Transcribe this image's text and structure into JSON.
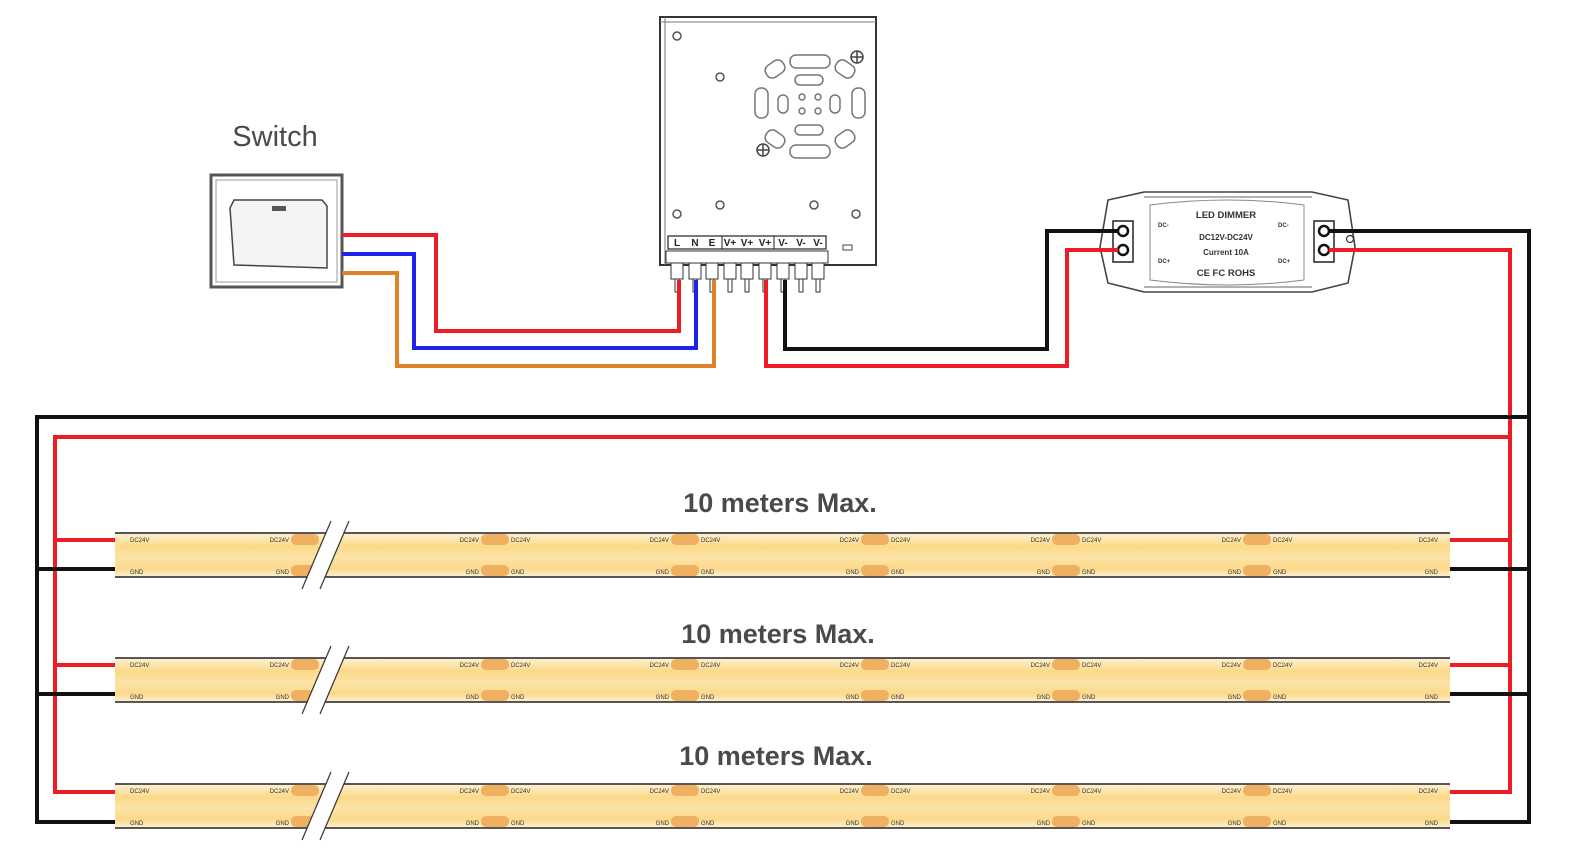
{
  "switch": {
    "label": "Switch"
  },
  "power_supply": {
    "terminals": [
      "L",
      "N",
      "E",
      "V+",
      "V+",
      "V+",
      "V-",
      "V-",
      "V-"
    ]
  },
  "dimmer": {
    "title": "LED DIMMER",
    "voltage": "DC12V-DC24V",
    "current": "Current 10A",
    "certs": "CE  FC  ROHS",
    "in_pos": "DC+",
    "in_neg": "DC-",
    "out_pos": "DC+",
    "out_neg": "DC-"
  },
  "strips": [
    {
      "length_label": "10 meters Max."
    },
    {
      "length_label": "10 meters Max."
    },
    {
      "length_label": "10 meters Max."
    }
  ],
  "strip_labels": {
    "positive": "DC24V",
    "ground": "GND"
  },
  "colors": {
    "live": "#ee1c25",
    "neutral": "#1c22e6",
    "earth": "#e0812a",
    "dc_positive": "#ee1c25",
    "dc_negative": "#111111",
    "strip": "#fbd98c",
    "pad": "#f0b062"
  }
}
